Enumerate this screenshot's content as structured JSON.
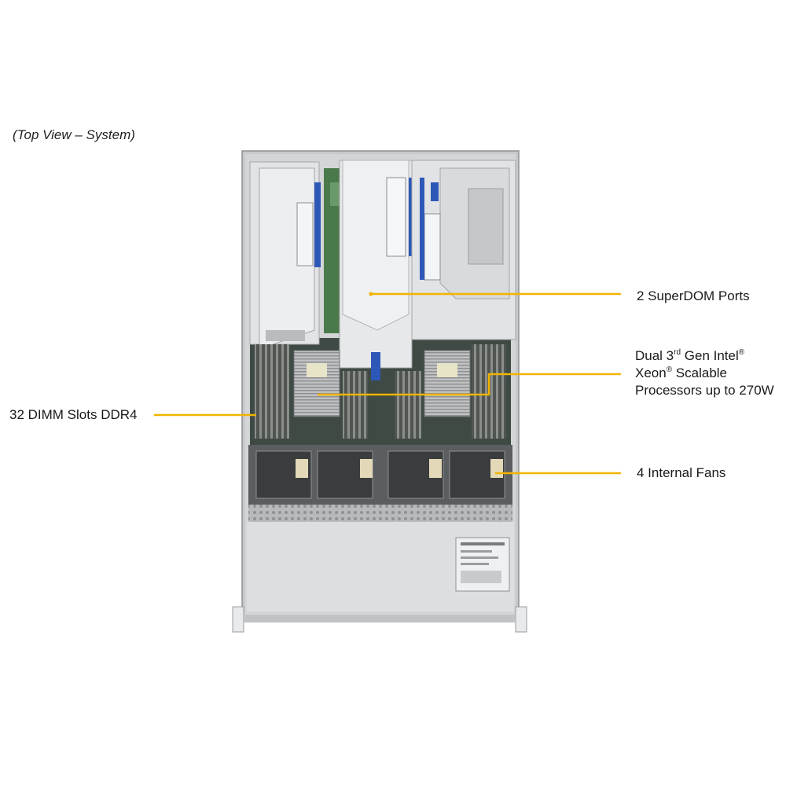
{
  "caption": "(Top View – System)",
  "callouts": {
    "superdom": {
      "text": "2 SuperDOM Ports"
    },
    "processors": {
      "line1_pre": "Dual 3",
      "line1_sup": "rd",
      "line1_post": " Gen Intel",
      "reg": "®",
      "line2_pre": "Xeon",
      "line2_post": " Scalable",
      "line3": "Processors up to 270W"
    },
    "dimm": {
      "text": "32 DIMM Slots DDR4"
    },
    "fans": {
      "text": "4 Internal Fans"
    }
  },
  "colors": {
    "leader_line": "#f2b400",
    "chassis": "#c9cbcd",
    "riser_bracket": "#e1e3e5",
    "riser_label_blue": "#2e58b8",
    "motherboard_green": "#4a7a4c",
    "fan_dark": "#3a3c3e"
  },
  "components": {
    "dimm_bank_count": 4,
    "fan_count": 4,
    "cpu_count": 2,
    "riser_count": 3
  }
}
